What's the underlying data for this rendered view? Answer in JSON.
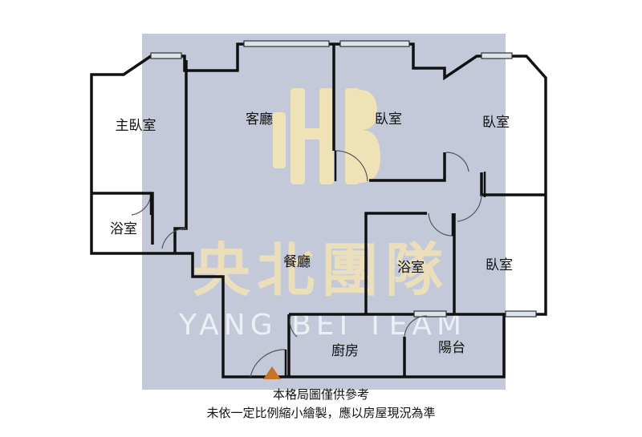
{
  "colors": {
    "background_panel": "#c3c9d8",
    "wall": "#111111",
    "window_fill": "#dde3ea",
    "door_arc": "#555555",
    "watermark_gold": "#efe2b7",
    "watermark_white": "#f4f6fa",
    "entrance_marker": "#c8732a"
  },
  "rooms": {
    "master_bedroom": "主臥室",
    "master_bath": "浴室",
    "living_room": "客廳",
    "bedroom_center": "臥室",
    "bedroom_right_top": "臥室",
    "dining_room": "餐廳",
    "bathroom_center": "浴室",
    "bedroom_right_bottom": "臥室",
    "kitchen": "廚房",
    "balcony": "陽台"
  },
  "watermark": {
    "brand_cn": "央北團隊",
    "brand_en": "YANG BEI TEAM"
  },
  "icons": {
    "entrance": "entrance-triangle-icon",
    "logo": "hb-logo-icon"
  },
  "notes": {
    "line1": "本格局圖僅供參考",
    "line2": "未依一定比例縮小繪製，應以房屋現況為準"
  }
}
